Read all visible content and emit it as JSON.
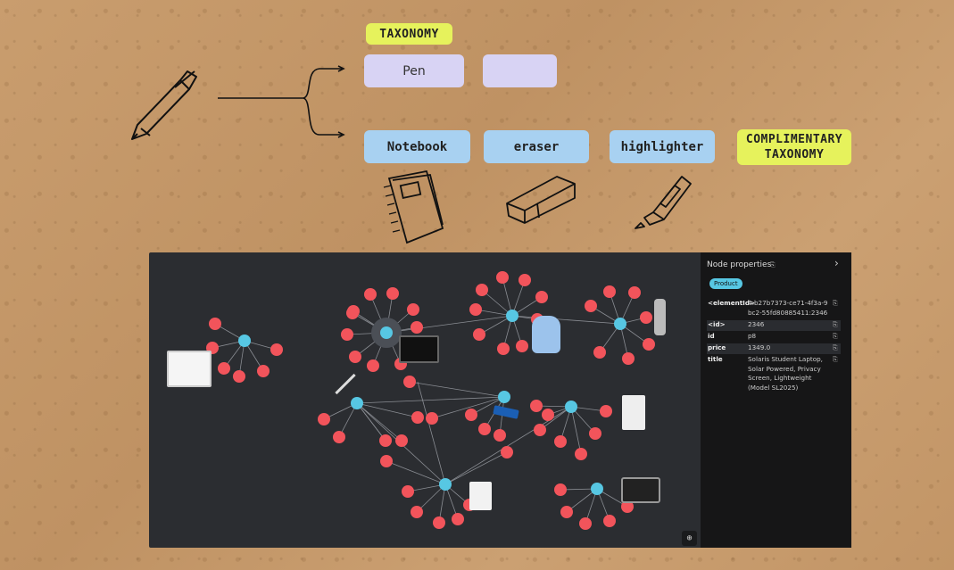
{
  "taxonomy_label": "TAXONOMY",
  "complimentary_label": "COMPLIMENTARY TAXONOMY",
  "row1": [
    "Pen",
    ""
  ],
  "row2": [
    "Notebook",
    "eraser",
    "highlighter"
  ],
  "icons": [
    "pen-icon",
    "notebook-icon",
    "eraser-icon",
    "highlighter-icon",
    "laptop-icon",
    "backpack-icon",
    "water-bottle-icon",
    "whiteboard-icon",
    "printer-icon",
    "paper-icon"
  ],
  "colors": {
    "node_red": "#f2545b",
    "node_blue": "#57c7e3",
    "canvas": "#2b2d31",
    "sidebar": "#161617"
  },
  "panel": {
    "title": "Node properties",
    "badge": "Product",
    "props": [
      {
        "key": "<elementId>",
        "value": "4:b27b7373-ce71-4f3a-9bc2-55fd80885411:2346"
      },
      {
        "key": "<id>",
        "value": "2346"
      },
      {
        "key": "id",
        "value": "p8"
      },
      {
        "key": "price",
        "value": "1349.0"
      },
      {
        "key": "title",
        "value": "Solaris Student Laptop, Solar Powered, Privacy Screen, Lightweight (Model SL2025)"
      }
    ]
  }
}
